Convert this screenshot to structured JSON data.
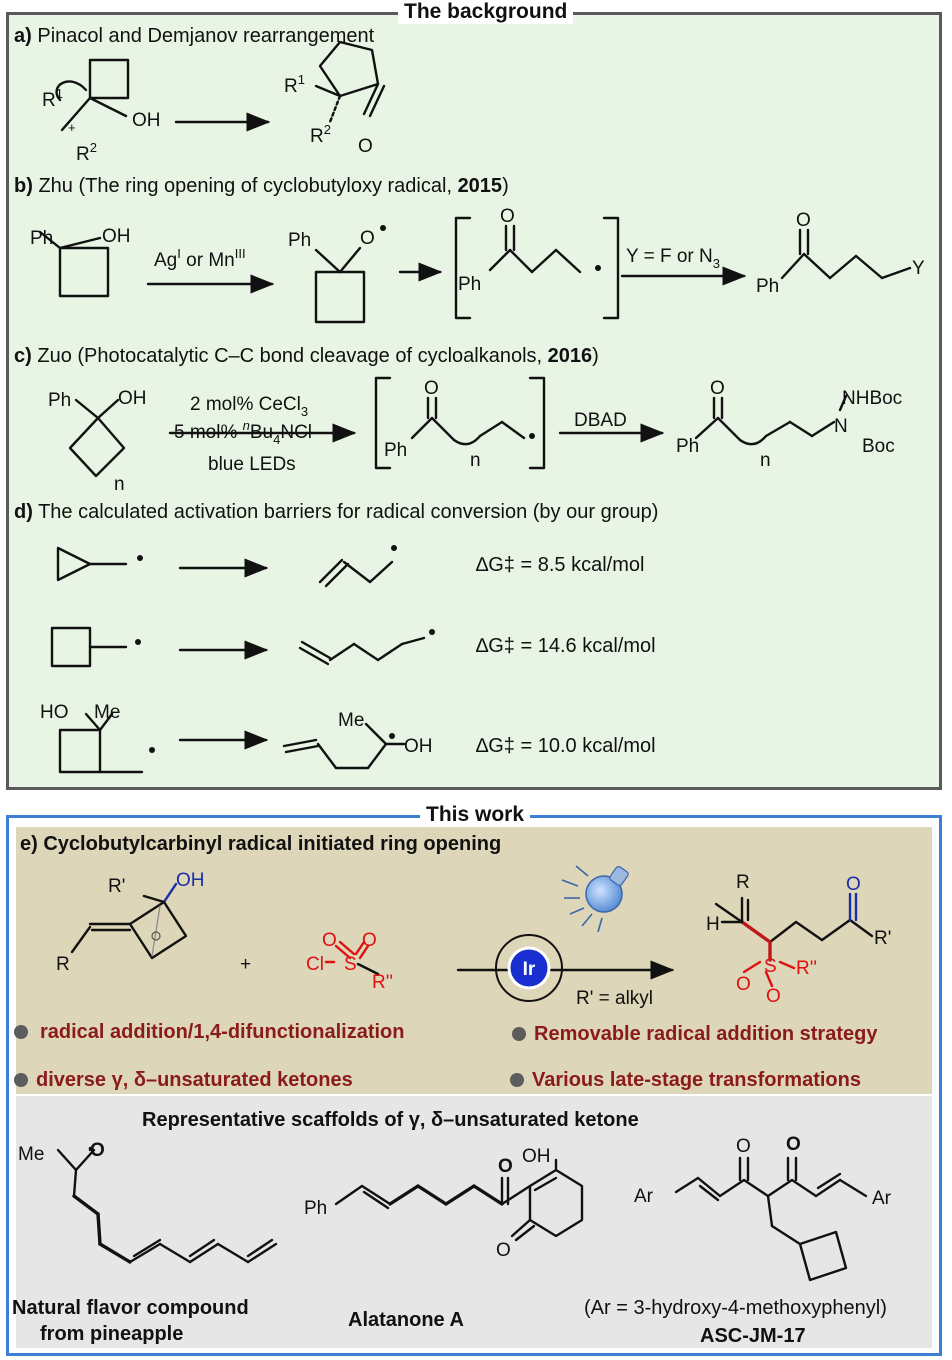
{
  "background": {
    "title": "The background",
    "a": {
      "letter": "a)",
      "text": "Pinacol and Demjanov rearrangement"
    },
    "b": {
      "letter": "b)",
      "text": "Zhu (The ring opening of cyclobutyloxy radical, ",
      "year": "2015",
      "close": ")",
      "reagent": "Ag",
      "reagent_sup": "I",
      "reagent_or": " or Mn",
      "reagent_sup2": "III",
      "y_text": "Y = F or N",
      "y_sub": "3"
    },
    "c": {
      "letter": "c)",
      "text": "Zuo (Photocatalytic C–C bond cleavage of cycloalkanols, ",
      "year": "2016",
      "close": ")",
      "cond1": "2 mol% CeCl",
      "cond1_sub": "3",
      "cond2_pre": "5 mol% ",
      "cond2_sup": "n",
      "cond2_mid": "Bu",
      "cond2_sub": "4",
      "cond2_post": "NCl",
      "cond3": "blue LEDs",
      "dbad": "DBAD"
    },
    "d": {
      "letter": "d)",
      "text": "The calculated activation barriers for radical conversion (by our group)",
      "barriers": [
        "∆G‡  = 8.5 kcal/mol",
        "∆G‡  = 14.6 kcal/mol",
        "∆G‡ = 10.0 kcal/mol"
      ]
    }
  },
  "this_work": {
    "title": "This work",
    "e_heading": "e) Cyclobutylcarbinyl radical initiated ring opening",
    "catalyst": "Ir",
    "condition": "R' = alkyl",
    "plus": "+",
    "bullets": [
      "radical addition/1,4-difunctionalization",
      "Removable radical addition strategy",
      "diverse γ, δ–unsaturated ketones",
      "Various late-stage transformations"
    ],
    "scaffold_title": "Representative scaffolds of γ, δ–unsaturated ketone",
    "compounds": [
      {
        "name_line1": "Natural flavor compound",
        "name_line2": "from pineapple"
      },
      {
        "name_line1": "Alatanone A"
      },
      {
        "note": "(Ar = 3-hydroxy-4-methoxyphenyl)",
        "name_line1": "ASC-JM-17"
      }
    ]
  },
  "atoms": {
    "R1": "R",
    "R2": "R",
    "sup1": "1",
    "sup2": "2",
    "plus_charge": "+",
    "OH": "OH",
    "O": "O",
    "Ph": "Ph",
    "Y": "Y",
    "n": "n",
    "NHBoc": "NHBoc",
    "N": "N",
    "Boc": "Boc",
    "HO": "HO",
    "Me": "Me",
    "Rp": "R'",
    "R": "R",
    "H": "H",
    "Cl": "Cl",
    "S": "S",
    "Rpp": "R''",
    "Ar": "Ar"
  },
  "colors": {
    "background_panel": "#e9f5e4",
    "background_border": "#5a5a5a",
    "work_border": "#3d7fd4",
    "work_panel": "#ddd6b9",
    "scaffold_panel": "#e6e6e6",
    "sulfonyl_red": "#e01010",
    "carbonyl_blue": "#1a2ea8",
    "bullet_text": "#8b1a1a"
  }
}
